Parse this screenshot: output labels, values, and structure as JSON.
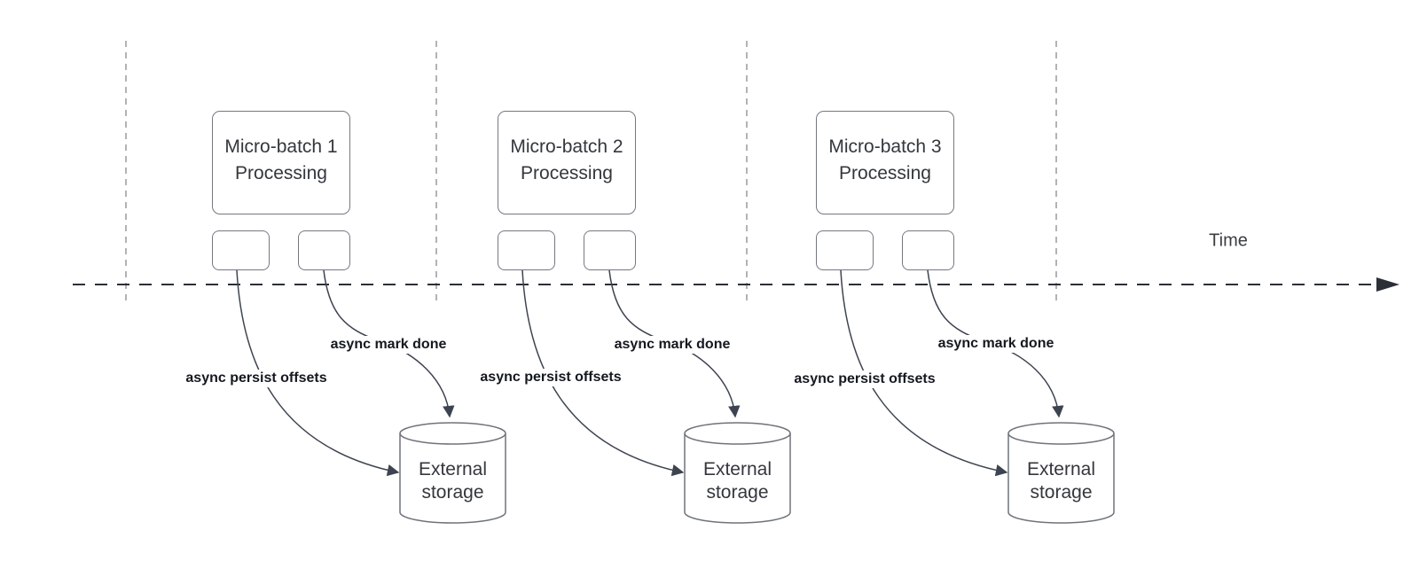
{
  "diagram": {
    "time_axis_label": "Time",
    "groups": [
      {
        "title": "Micro-batch 1 Processing",
        "persist_label": "async persist offsets",
        "done_label": "async mark done",
        "storage_label": "External storage"
      },
      {
        "title": "Micro-batch 2 Processing",
        "persist_label": "async persist offsets",
        "done_label": "async mark done",
        "storage_label": "External storage"
      },
      {
        "title": "Micro-batch 3 Processing",
        "persist_label": "async persist offsets",
        "done_label": "async mark done",
        "storage_label": "External storage"
      }
    ]
  },
  "colors": {
    "background": "#ffffff",
    "shape_stroke": "#74787f",
    "connector_stroke": "#3d4450",
    "axis_stroke": "#2b2f36",
    "gridline_stroke": "#a9abae",
    "shape_text": "#33373d",
    "connector_label_text": "#14181f"
  }
}
